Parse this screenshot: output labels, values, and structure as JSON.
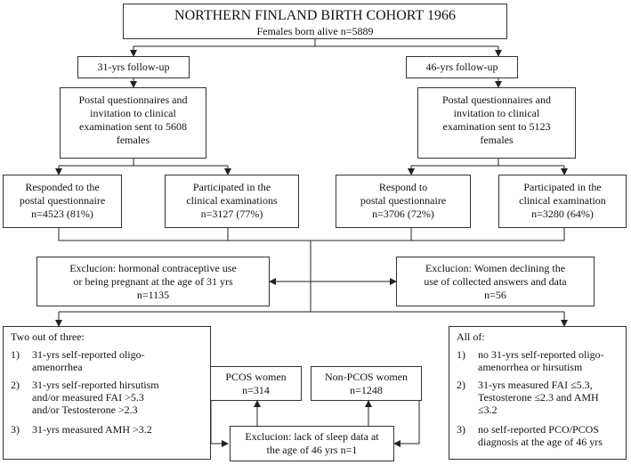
{
  "title": {
    "heading": "NORTHERN FINLAND BIRTH COHORT 1966",
    "subheading": "Females born alive n=5889"
  },
  "followup_31": {
    "label": "31-yrs follow-up",
    "invite": [
      "Postal questionnaires and",
      "invitation to clinical",
      "examination sent to 5608",
      "females"
    ],
    "responded": [
      "Responded to the",
      "postal questionnaire",
      "n=4523 (81%)"
    ],
    "participated": [
      "Participated in the",
      "clinical examinations",
      "n=3127 (77%)"
    ]
  },
  "followup_46": {
    "label": "46-yrs follow-up",
    "invite": [
      "Postal questionnaires and",
      "invitation to clinical",
      "examination sent to 5123",
      "females"
    ],
    "responded": [
      "Respond to",
      "postal questionnaire",
      "n=3706 (72%)"
    ],
    "participated": [
      "Participated in the",
      "clinical examination",
      "n=3280 (64%)"
    ]
  },
  "exclusion_left": [
    "Exclucion: hormonal contraceptive use",
    "or being pregnant at the age of 31 yrs",
    "n=1135"
  ],
  "exclusion_right": [
    "Exclucion: Women declining the",
    "use of collected answers and data",
    "n=56"
  ],
  "pcos_criteria": {
    "heading": "Two out of three:",
    "items": [
      {
        "num": "1)",
        "lines": [
          "31-yrs self-reported oligo-",
          "amenorrhea"
        ]
      },
      {
        "num": "2)",
        "lines": [
          "31-yrs self-reported hirsutism",
          "and/or measured FAI >5.3",
          "and/or Testosterone >2.3"
        ]
      },
      {
        "num": "3)",
        "lines": [
          "31-yrs measured AMH >3.2"
        ]
      }
    ]
  },
  "pcos_women": [
    "PCOS women",
    "n=314"
  ],
  "non_pcos_women": [
    "Non-PCOS women",
    "n=1248"
  ],
  "control_criteria": {
    "heading": "All of:",
    "items": [
      {
        "num": "1)",
        "lines": [
          "no 31-yrs self-reported oligo-",
          "amenorrhea  or hirsutism"
        ]
      },
      {
        "num": "2)",
        "lines": [
          "31-yrs measured FAI ≤5.3,",
          "Testosterone ≤2.3 and AMH",
          "≤3.2"
        ]
      },
      {
        "num": "3)",
        "lines": [
          "no self-reported PCO/PCOS",
          "diagnosis  at the age of 46 yrs"
        ]
      }
    ]
  },
  "exclusion_sleep": [
    "Exclucion: lack of sleep data at",
    "the age of 46 yrs n=1"
  ]
}
